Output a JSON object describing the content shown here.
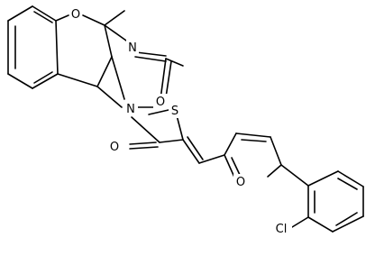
{
  "atoms": {
    "o_ring": "O",
    "n_imine": "N",
    "n_amide": "N",
    "o_acetyl": "O",
    "s_ring": "S",
    "o_lactam": "O",
    "o_furan": "O",
    "cl": "Cl"
  }
}
